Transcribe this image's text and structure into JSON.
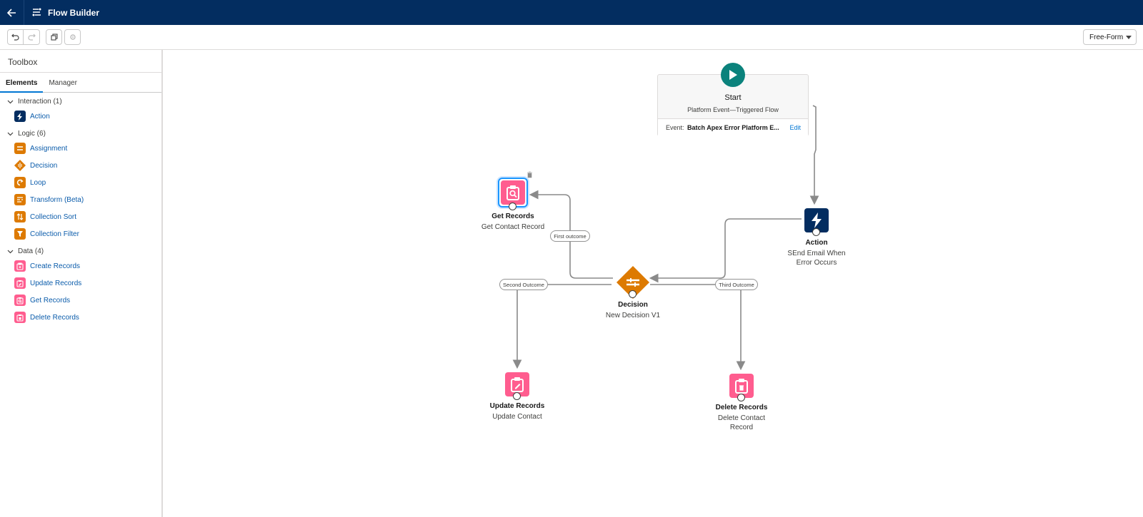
{
  "header": {
    "app_title": "Flow Builder"
  },
  "toolbar": {
    "layout_mode": "Free-Form"
  },
  "sidebar": {
    "title": "Toolbox",
    "tabs": [
      "Elements",
      "Manager"
    ],
    "sections": [
      {
        "label": "Interaction (1)",
        "items": [
          {
            "label": "Action",
            "icon": "lightning-icon",
            "color": "#032d60"
          }
        ]
      },
      {
        "label": "Logic (6)",
        "items": [
          {
            "label": "Assignment",
            "icon": "assignment-icon",
            "color": "#dd7a01"
          },
          {
            "label": "Decision",
            "icon": "decision-icon",
            "color": "#dd7a01"
          },
          {
            "label": "Loop",
            "icon": "loop-icon",
            "color": "#dd7a01"
          },
          {
            "label": "Transform (Beta)",
            "icon": "transform-icon",
            "color": "#dd7a01"
          },
          {
            "label": "Collection Sort",
            "icon": "sort-icon",
            "color": "#dd7a01"
          },
          {
            "label": "Collection Filter",
            "icon": "filter-icon",
            "color": "#dd7a01"
          }
        ]
      },
      {
        "label": "Data (4)",
        "items": [
          {
            "label": "Create Records",
            "icon": "record-create-icon",
            "color": "#ff5d8f"
          },
          {
            "label": "Update Records",
            "icon": "record-update-icon",
            "color": "#ff5d8f"
          },
          {
            "label": "Get Records",
            "icon": "record-lookup-icon",
            "color": "#ff5d8f"
          },
          {
            "label": "Delete Records",
            "icon": "record-delete-icon",
            "color": "#ff5d8f"
          }
        ]
      }
    ]
  },
  "canvas": {
    "start": {
      "title": "Start",
      "subtitle": "Platform Event—Triggered Flow",
      "event_label": "Event:",
      "event_value": "Batch Apex Error Platform E...",
      "edit_label": "Edit"
    },
    "nodes": {
      "get_records": {
        "title": "Get Records",
        "subtitle": "Get Contact Record"
      },
      "action": {
        "title": "Action",
        "subtitle_line1": "SEnd Email When",
        "subtitle_line2": "Error Occurs"
      },
      "decision": {
        "title": "Decision",
        "subtitle": "New Decision V1"
      },
      "update_records": {
        "title": "Update Records",
        "subtitle": "Update Contact"
      },
      "delete_records": {
        "title": "Delete Records",
        "subtitle_line1": "Delete Contact",
        "subtitle_line2": "Record"
      }
    },
    "outcomes": {
      "first": "First outcome",
      "second": "Second Outcome",
      "third": "Third Outcome"
    }
  },
  "colors": {
    "header": "#032d60",
    "logic": "#dd7a01",
    "data": "#ff5d8f",
    "action": "#032d60",
    "start": "#0b827c",
    "link": "#0176d3"
  }
}
